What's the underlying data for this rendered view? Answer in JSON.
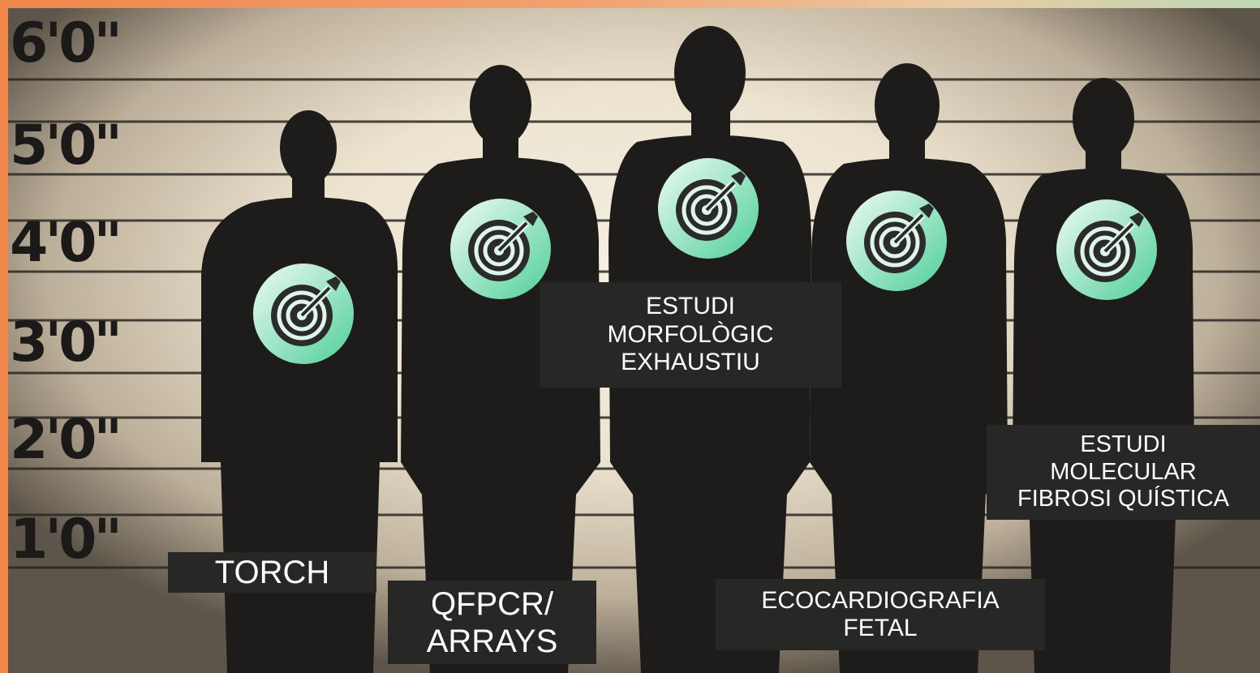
{
  "ruler": {
    "marks": [
      "6'0\"",
      "5'0\"",
      "4'0\"",
      "3'0\"",
      "2'0\"",
      "1'0\""
    ]
  },
  "labels": {
    "torch": [
      "TORCH"
    ],
    "qfpcr": [
      "QFPCR/",
      "ARRAYS"
    ],
    "morfologic": [
      "ESTUDI",
      "MORFOLÒGIC",
      "EXHAUSTIU"
    ],
    "ecocardio": [
      "ECOCARDIOGRAFIA",
      "FETAL"
    ],
    "molecular": [
      "ESTUDI",
      "MOLECULAR",
      "FIBROSI QUÍSTICA"
    ]
  },
  "icons": {
    "name": "target-arrow-icon",
    "gradient_start": "#eefbf4",
    "gradient_end": "#4fcf98",
    "glyph_color": "#2b2b2b"
  },
  "colors": {
    "silhouette": "#1e1c1b",
    "label_bg": "#272726",
    "label_text": "#ffffff"
  }
}
